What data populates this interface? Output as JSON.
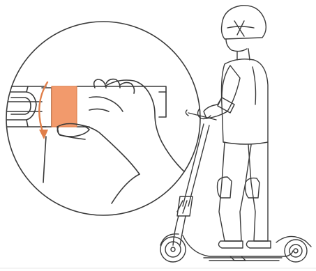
{
  "figure": {
    "colors": {
      "line": "#3a3a3a",
      "highlight": "#f29a6c",
      "highlight_stroke": "#e07f4a",
      "background": "#ffffff"
    },
    "icons": {
      "throttle": "orange-throttle-grip",
      "rotation": "curved-arrow-down",
      "rider": "helmeted-rider-figure",
      "scooter": "kick-scooter"
    }
  }
}
